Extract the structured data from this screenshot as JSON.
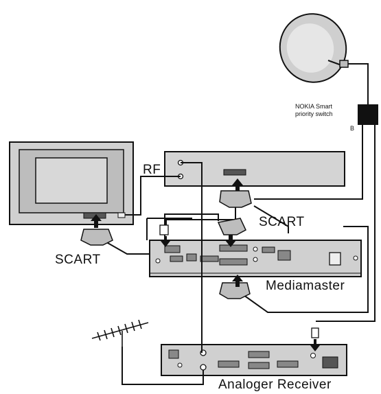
{
  "labels": {
    "rf": "RF",
    "scart_top": "SCART",
    "scart_left": "SCART",
    "mediamaster": "Mediamaster",
    "analog_receiver": "Analoger Receiver",
    "switch_line1": "NOKIA Smart",
    "switch_line2": "priority switch",
    "switch_port_b": "B"
  },
  "colors": {
    "device_fill": "#d4d4d4",
    "device_dark": "#9a9a9a",
    "screen_fill": "#c8c8c8",
    "line": "#111111"
  }
}
